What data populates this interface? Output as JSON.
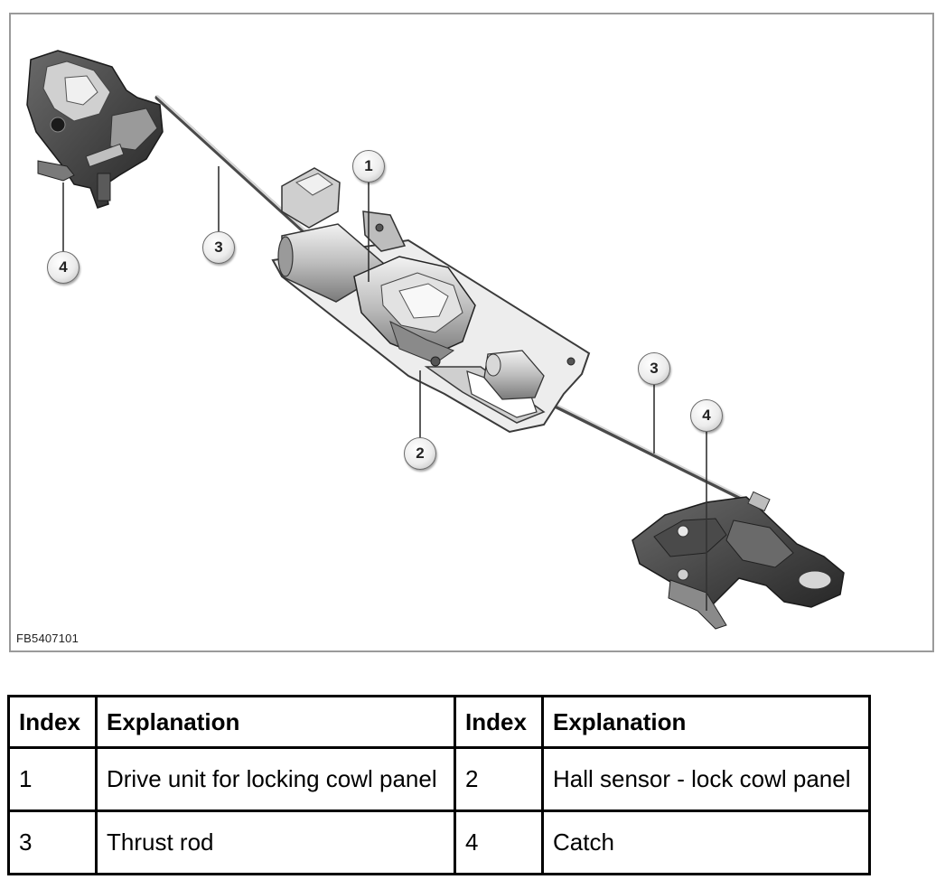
{
  "figure": {
    "code": "FB5407101",
    "callouts": [
      {
        "label": "1"
      },
      {
        "label": "2"
      },
      {
        "label": "3"
      },
      {
        "label": "3"
      },
      {
        "label": "4"
      },
      {
        "label": "4"
      }
    ]
  },
  "legend": {
    "headers": [
      "Index",
      "Explanation",
      "Index",
      "Explanation"
    ],
    "rows": [
      {
        "index_a": "1",
        "explanation_a": "Drive unit for locking cowl panel",
        "index_b": "2",
        "explanation_b": "Hall sensor - lock cowl panel"
      },
      {
        "index_a": "3",
        "explanation_a": "Thrust rod",
        "index_b": "4",
        "explanation_b": "Catch"
      }
    ]
  },
  "colors": {
    "frame_border": "#9a9a9a",
    "part_dark": "#3a3a3a",
    "part_mid": "#8a8a8a",
    "part_light": "#d8d8d8"
  }
}
